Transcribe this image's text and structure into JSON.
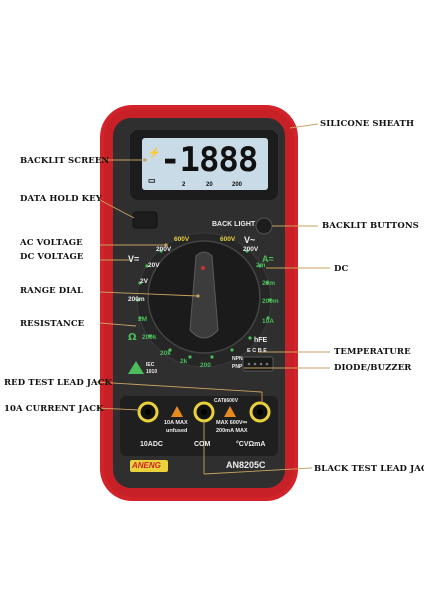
{
  "callouts": {
    "silicone_sheath": "SILICONE SHEATH",
    "backlit_screen": "BACKLIT SCREEN",
    "data_hold_key": "DATA HOLD KEY",
    "backlit_buttons": "BACKLIT BUTTONS",
    "ac_voltage": "AC VOLTAGE",
    "dc_voltage": "DC VOLTAGE",
    "dc": "DC",
    "range_dial": "RANGE DIAL",
    "resistance": "RESISTANCE",
    "temperature": "TEMPERATURE",
    "diode_buzzer": "DIODE/BUZZER",
    "red_test_lead_jack": "RED TEST LEAD JACK",
    "current_jack_10a": "10A CURRENT JACK",
    "black_test_lead_jack": "BLACK TEST LEAD JACK"
  },
  "display": {
    "digits": "-1888",
    "scale_ticks": [
      "2",
      "20",
      "200"
    ]
  },
  "panel": {
    "back_light": "BACK LIGHT",
    "v_ac_top": "600V",
    "v_ac_200": "200V",
    "v_dc_top": "600V",
    "v_dc_200": "200V",
    "v_ac_symbol": "V~",
    "v_dc_symbol": "V=",
    "a_dc_symbol": "A=",
    "range_20v": "20V",
    "range_2v": "2V",
    "range_200m_v": "200m",
    "range_2m_a": "2m",
    "range_20m": "20m",
    "range_200m_a": "200m",
    "range_10a": "10A",
    "ohm_symbol": "Ω",
    "ohm_2m": "2M",
    "ohm_200k": "200k",
    "ohm_20k": "20k",
    "ohm_2k": "2k",
    "ohm_200": "200",
    "hfe": "hFE",
    "ecbe": "E C B E",
    "npn": "NPN",
    "pnp": "PNP",
    "iec": "IEC",
    "iec_num": "1010",
    "cat": "CATⅡ600V",
    "jack_10a_warn": "10A MAX",
    "jack_10a_fuse": "unfused",
    "jack_v_warn": "MAX 600V⎓",
    "jack_ma_warn": "200mA MAX",
    "port_10adc": "10ADC",
    "port_com": "COM",
    "port_vma": "°CVΩmA",
    "brand": "ANENG",
    "model": "AN8205C"
  },
  "colors": {
    "sheath": "#d2232a",
    "body": "#2b2b2b",
    "lcd": "#c8dbe6",
    "accent_green": "#4bbd5a",
    "accent_yellow": "#e9d23b",
    "leader_line": "#c9a25e"
  }
}
